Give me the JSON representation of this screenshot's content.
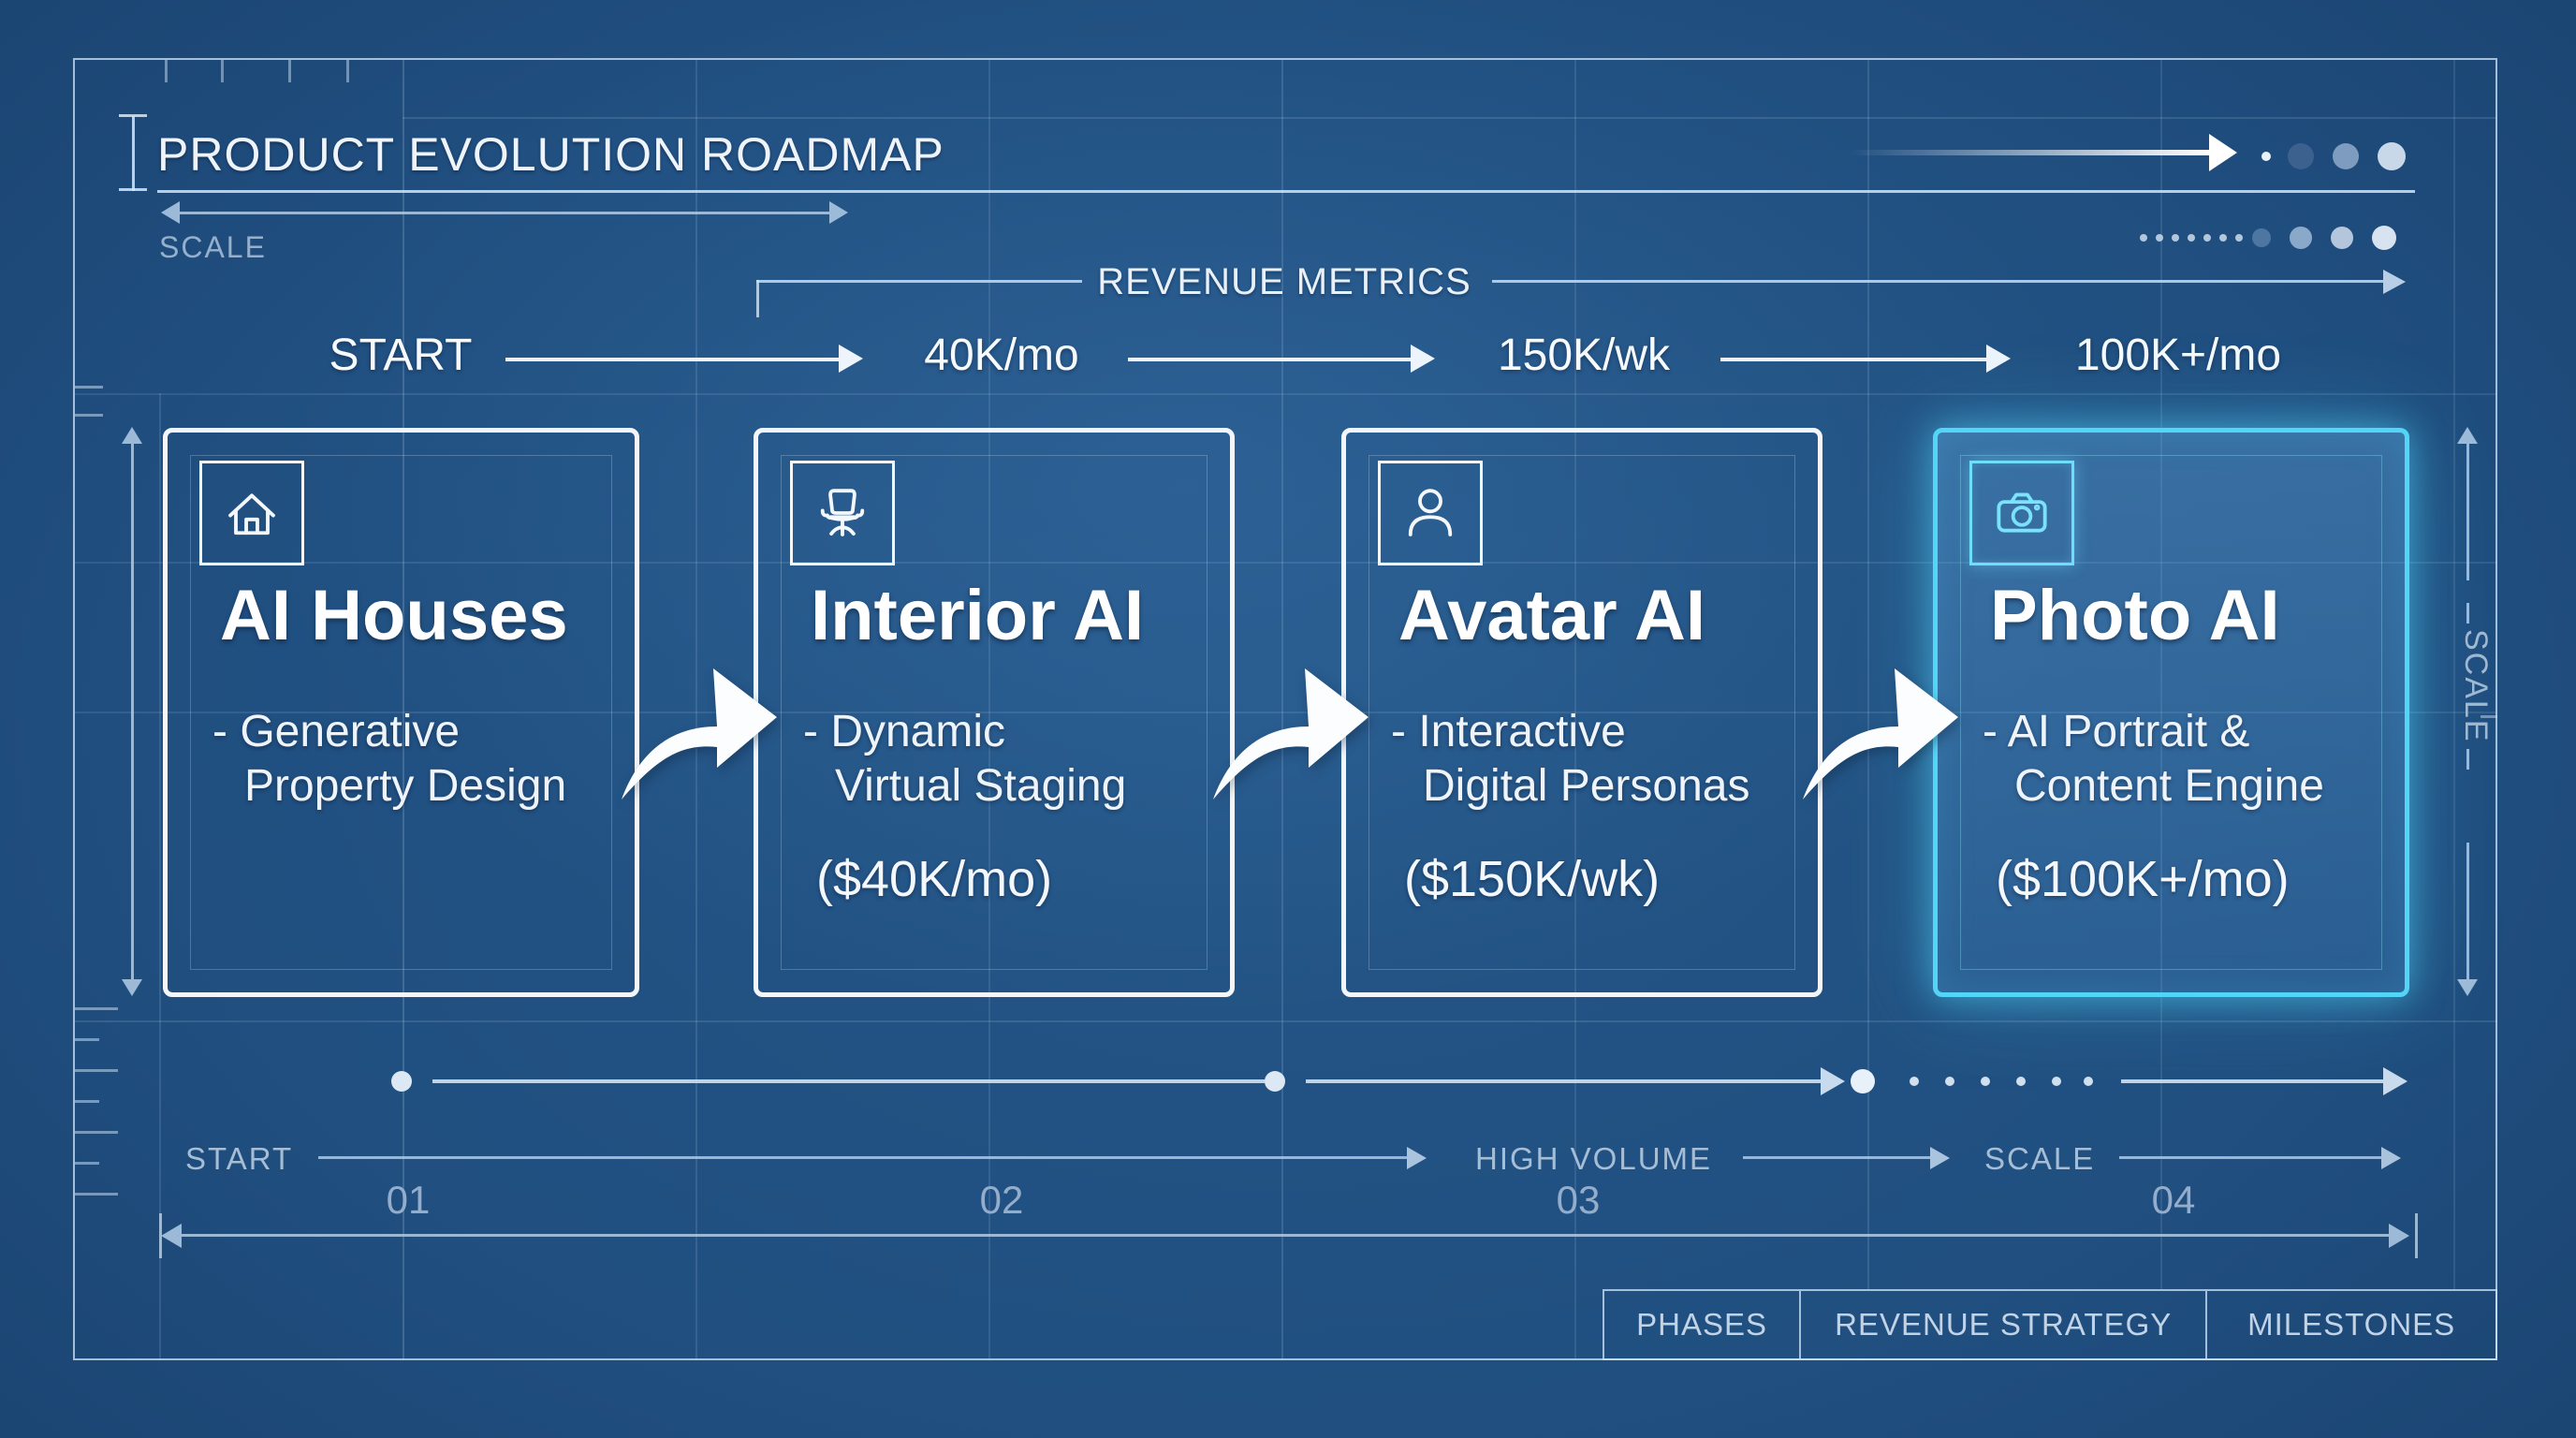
{
  "header": {
    "title": "PRODUCT EVOLUTION ROADMAP",
    "scale_label": "SCALE"
  },
  "revenue_metrics": {
    "label": "REVENUE METRICS",
    "steps": [
      "START",
      "40K/mo",
      "150K/wk",
      "100K+/mo"
    ]
  },
  "phases": [
    {
      "icon": "house-icon",
      "title": "AI Houses",
      "desc_line1": "- Generative",
      "desc_line2": "Property Design",
      "revenue": ""
    },
    {
      "icon": "office-chair-icon",
      "title": "Interior AI",
      "desc_line1": "- Dynamic",
      "desc_line2": "Virtual Staging",
      "revenue": "($40K/mo)"
    },
    {
      "icon": "person-icon",
      "title": "Avatar AI",
      "desc_line1": "- Interactive",
      "desc_line2": "Digital Personas",
      "revenue": "($150K/wk)"
    },
    {
      "icon": "camera-icon",
      "title": "Photo AI",
      "desc_line1": "- AI Portrait &",
      "desc_line2": "Content Engine",
      "revenue": "($100K+/mo)"
    }
  ],
  "timeline": {
    "start_label": "START",
    "high_volume_label": "HIGH VOLUME",
    "scale_label": "SCALE",
    "numbers": [
      "01",
      "02",
      "03",
      "04"
    ]
  },
  "right_axis_label": "SCALE",
  "footer_tabs": [
    "PHASES",
    "REVENUE STRATEGY",
    "MILESTONES"
  ],
  "colors": {
    "background": "#1f4e7f",
    "accent_cyan": "#55d7f8",
    "primary_text": "#f4f8fc",
    "secondary_text": "#a7bfd9",
    "line": "#bcd2e8"
  }
}
